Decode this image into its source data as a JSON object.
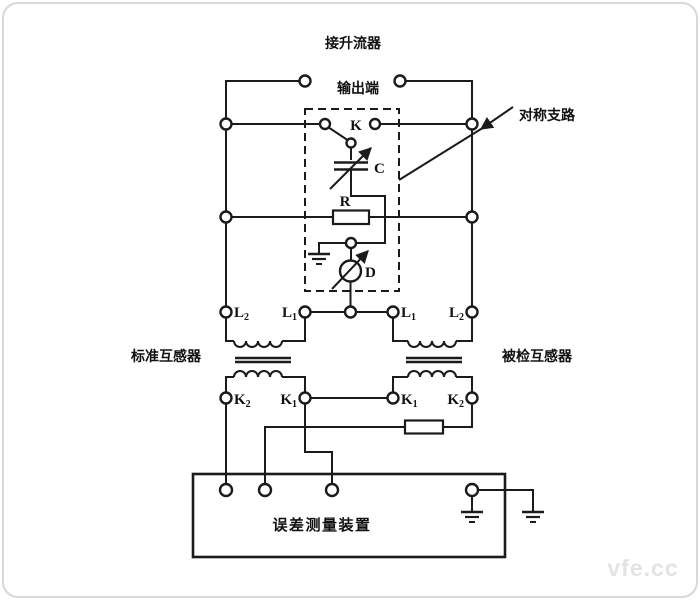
{
  "diagram": {
    "title_booster": "接升流器",
    "output_terminals": "输出端",
    "symmetric_branch": "对称支路",
    "standard_transformer": "标准互感器",
    "tested_transformer": "被检互感器",
    "error_device": "误差测量装置",
    "components": {
      "switch": "K",
      "capacitor": "C",
      "resistor": "R",
      "detector": "D"
    },
    "terminal_letters": {
      "L": "L",
      "K": "K",
      "sub1": "1",
      "sub2": "2"
    },
    "colors": {
      "line": "#1b1b1b",
      "border": "#d8d8d8",
      "background": "#ffffff",
      "watermark": "#e3e3e3"
    }
  },
  "watermark": "vfe.cc"
}
